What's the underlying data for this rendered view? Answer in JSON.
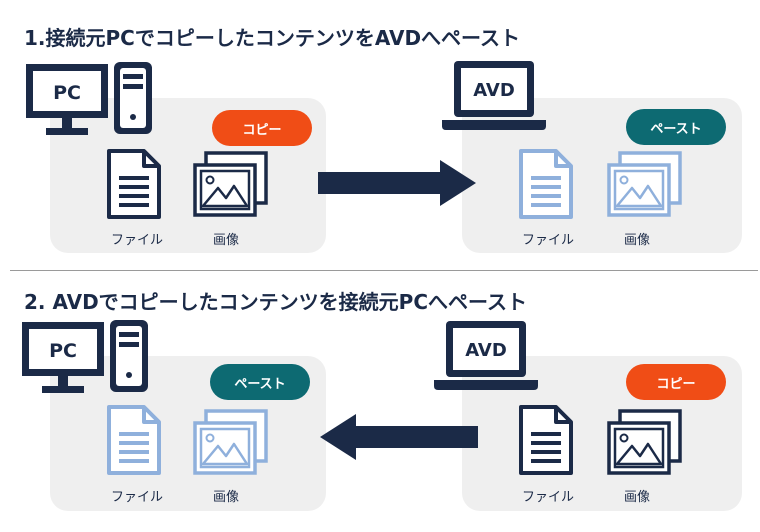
{
  "section1": {
    "title": "1.接続元PCでコピーしたコンテンツをAVDへペースト",
    "source": {
      "device": "PC",
      "action": "コピー",
      "file_label": "ファイル",
      "image_label": "画像"
    },
    "target": {
      "device": "AVD",
      "action": "ペースト",
      "file_label": "ファイル",
      "image_label": "画像"
    },
    "arrow_direction": "right"
  },
  "section2": {
    "title": "2. AVDでコピーしたコンテンツを接続元PCへペースト",
    "left": {
      "device": "PC",
      "action": "ペースト",
      "file_label": "ファイル",
      "image_label": "画像"
    },
    "right": {
      "device": "AVD",
      "action": "コピー",
      "file_label": "ファイル",
      "image_label": "画像"
    },
    "arrow_direction": "left"
  },
  "colors": {
    "navy": "#1b2a47",
    "light_blue": "#8fb0dc",
    "orange": "#f04d16",
    "teal": "#0d6a72",
    "panel": "#efefef"
  },
  "icons": [
    "monitor-icon",
    "tower-icon",
    "laptop-icon",
    "document-icon",
    "images-icon",
    "arrow-right-icon",
    "arrow-left-icon"
  ]
}
